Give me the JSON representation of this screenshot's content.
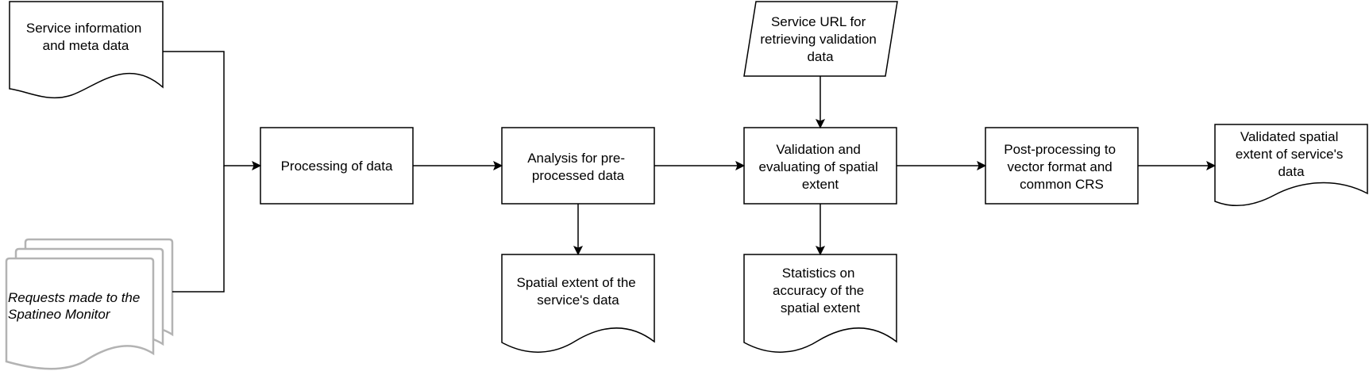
{
  "diagram": {
    "nodes": {
      "service_info": {
        "lines": [
          "Service information",
          "and meta data"
        ]
      },
      "requests": {
        "lines": [
          "Requests made to the",
          "Spatineo Monitor"
        ]
      },
      "processing": {
        "lines": [
          "Processing of data"
        ]
      },
      "analysis": {
        "lines": [
          "Analysis for pre-",
          "processed data"
        ]
      },
      "service_url": {
        "lines": [
          "Service URL for",
          "retrieving validation",
          "data"
        ]
      },
      "validation": {
        "lines": [
          "Validation and",
          "evaluating of spatial",
          "extent"
        ]
      },
      "postprocessing": {
        "lines": [
          "Post-processing to",
          "vector format and",
          "common CRS"
        ]
      },
      "validated_extent": {
        "lines": [
          "Validated spatial",
          "extent of service's",
          "data"
        ]
      },
      "spatial_extent": {
        "lines": [
          "Spatial extent of the",
          "service's data"
        ]
      },
      "statistics": {
        "lines": [
          "Statistics on",
          "accuracy of the",
          "spatial extent"
        ]
      }
    }
  }
}
